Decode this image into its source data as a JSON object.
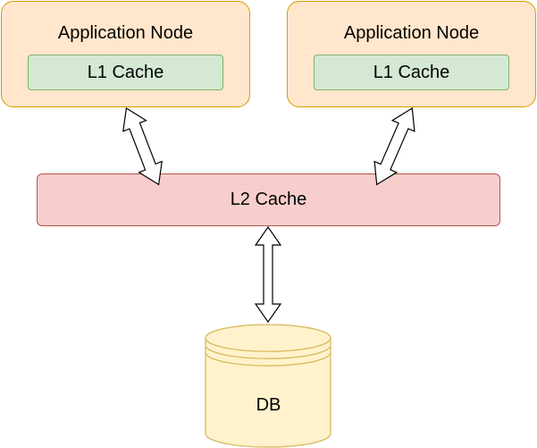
{
  "nodes": [
    {
      "title": "Application Node",
      "cache_label": "L1 Cache"
    },
    {
      "title": "Application Node",
      "cache_label": "L1 Cache"
    }
  ],
  "l2": {
    "label": "L2 Cache"
  },
  "db": {
    "label": "DB"
  },
  "colors": {
    "node_fill": "#ffe6cc",
    "node_stroke": "#d79b00",
    "l1_fill": "#d5e8d4",
    "l1_stroke": "#82b366",
    "l2_fill": "#f8cecc",
    "l2_stroke": "#b85450",
    "db_fill": "#fff2cc",
    "db_stroke": "#d6b656"
  }
}
